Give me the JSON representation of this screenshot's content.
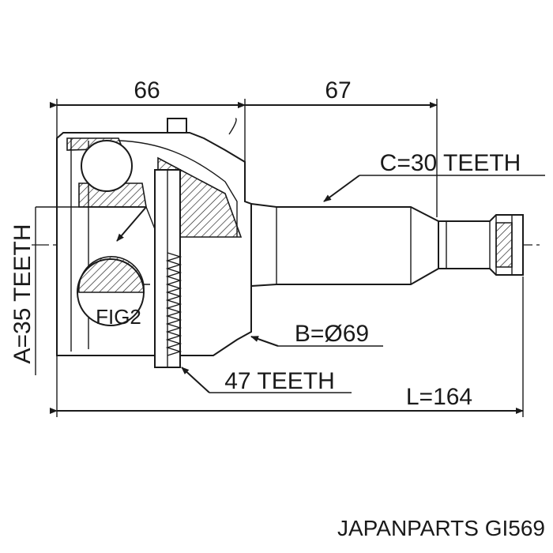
{
  "dimensions": {
    "housing_length": "66",
    "shaft_length": "67",
    "outer_spline": "C=30 TEETH",
    "inner_spline": "A=35 TEETH",
    "bearing_diameter": "B=Ø69",
    "abs_ring": "47 TEETH",
    "total_length": "L=164"
  },
  "detail_label": "FIG2",
  "caption": "JAPANPARTS GI569"
}
